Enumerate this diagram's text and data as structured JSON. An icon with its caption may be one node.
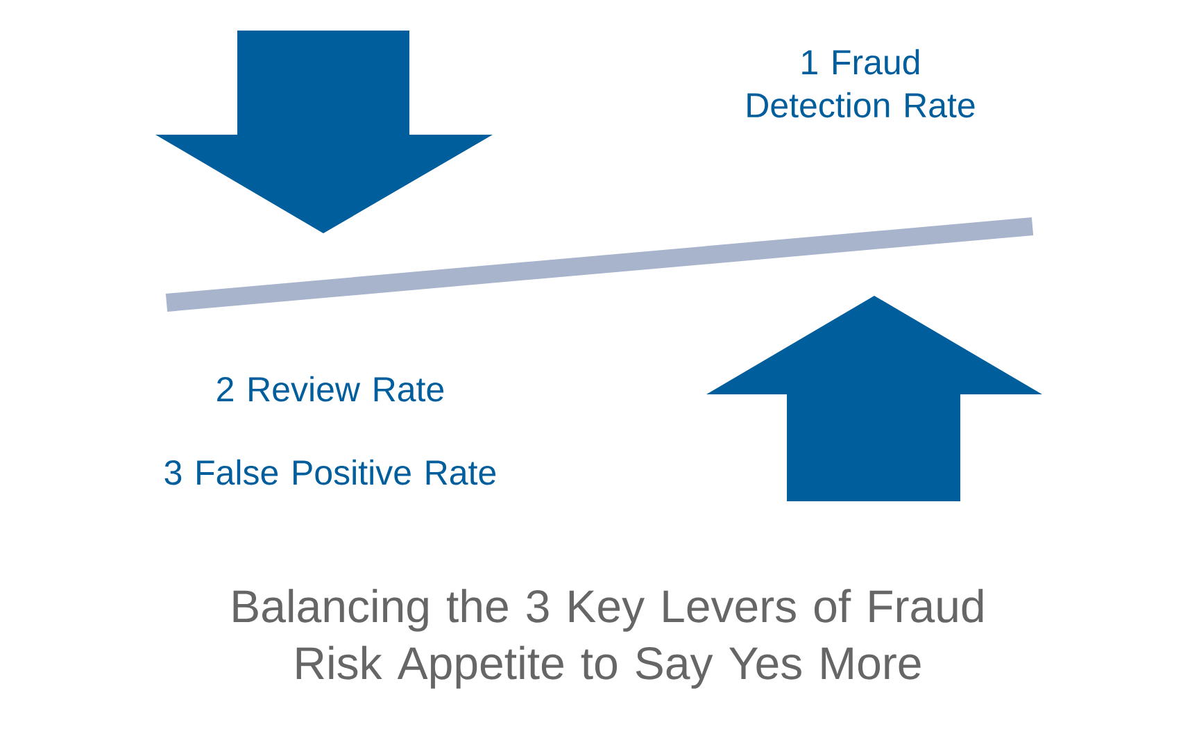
{
  "diagram": {
    "caption": "Balancing the 3 Key Levers of Fraud Risk Appetite to Say Yes More",
    "labels": [
      "1 Fraud Detection Rate",
      "2 Review Rate",
      "3 False Positive Rate"
    ]
  }
}
